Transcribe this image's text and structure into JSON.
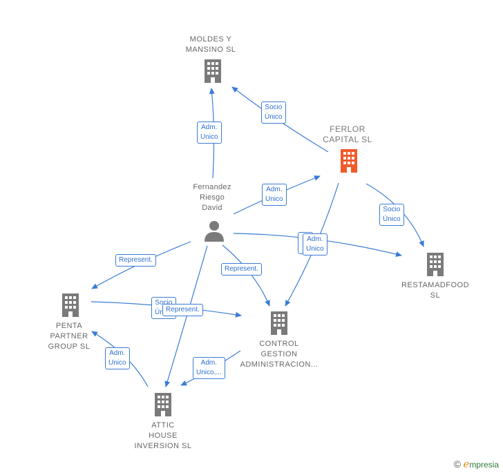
{
  "nodes": {
    "moldes": {
      "label": "MOLDES Y\nMANSINO  SL",
      "icon": "building-icon"
    },
    "ferlor": {
      "label": "FERLOR\nCAPITAL  SL",
      "icon": "building-icon",
      "color": "#f05a28"
    },
    "person": {
      "label": "Fernandez\nRiesgo\nDavid",
      "icon": "person-icon"
    },
    "restamadfood": {
      "label": "RESTAMADFOOD\nSL",
      "icon": "building-icon"
    },
    "penta": {
      "label": "PENTA\nPARTNER\nGROUP  SL",
      "icon": "building-icon"
    },
    "control": {
      "label": "CONTROL\nGESTION\nADMINISTRACION...",
      "icon": "building-icon"
    },
    "attic": {
      "label": "ATTIC\nHOUSE\nINVERSION  SL",
      "icon": "building-icon"
    }
  },
  "edges": {
    "person_moldes": "Adm.\nUnico",
    "ferlor_moldes": "Socio\nÚnico",
    "person_ferlor": "Adm.\nUnico",
    "ferlor_restamadfood": "Socio\nÚnico",
    "person_control_adm": "Adm.\nUnico",
    "person_penta": "Represent.",
    "person_control_rep": "Represent.",
    "penta_control_socio": "Socio\nÚnico",
    "penta_control_rep": "Represent.",
    "attic_penta": "Adm.\nUnico",
    "control_attic": "Adm.\nUnico,..."
  },
  "colors": {
    "edge": "#3a7bd5",
    "node": "#7a7a7a",
    "focus": "#f05a28"
  },
  "brand": {
    "copyright": "©",
    "initial": "e",
    "name": "mpresia"
  }
}
